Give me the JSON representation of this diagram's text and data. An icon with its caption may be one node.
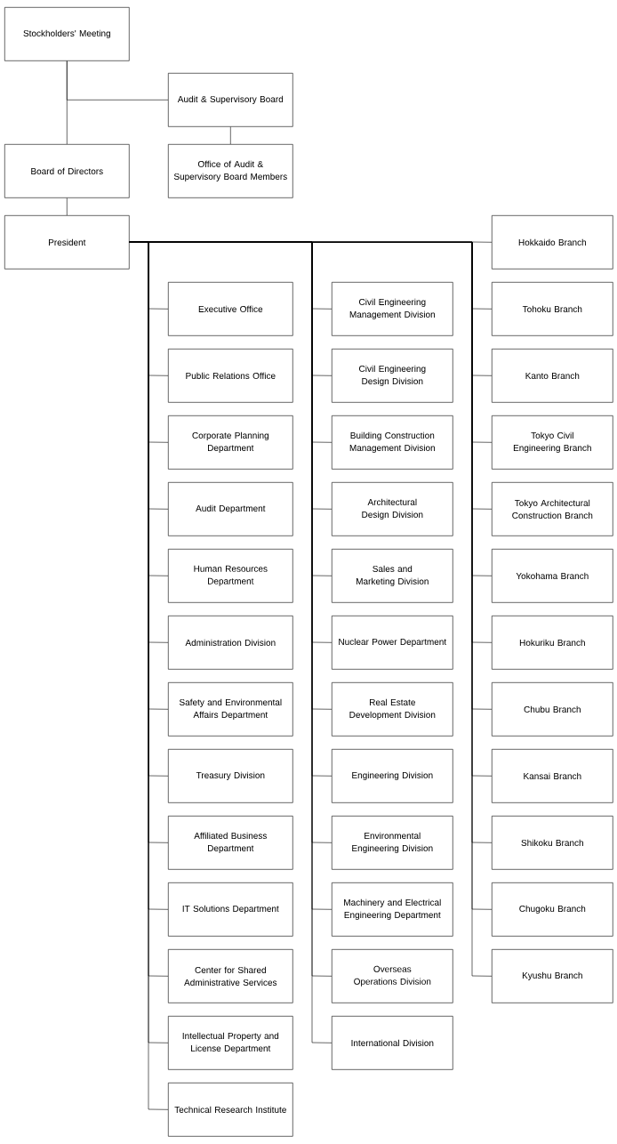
{
  "diagram": {
    "nodes": [
      {
        "text": [
          "Stockholders' Meeting"
        ]
      },
      {
        "text": [
          "Audit & Supervisory Board"
        ]
      },
      {
        "text": [
          "Office of Audit & Supervisory Board Members"
        ]
      },
      {
        "text": [
          "Board of Directors"
        ]
      },
      {
        "text": [
          "President"
        ]
      },
      {
        "text": [
          "Executive Office"
        ]
      },
      {
        "text": [
          "Public Relations Office"
        ]
      },
      {
        "text": [
          "Corporate Planning Department"
        ]
      },
      {
        "text": [
          "Audit Department"
        ]
      },
      {
        "text": [
          "Human Resources Department"
        ]
      },
      {
        "text": [
          "Administration Division"
        ]
      },
      {
        "text": [
          "Safety and Environmental Affairs Department"
        ]
      },
      {
        "text": [
          "Treasury Division"
        ]
      },
      {
        "text": [
          "Affiliated Business Department"
        ]
      },
      {
        "text": [
          "IT Solutions Department"
        ]
      },
      {
        "text": [
          "Center for Shared Administrative Services"
        ]
      },
      {
        "text": [
          "Intellectual Property and License Department"
        ]
      },
      {
        "text": [
          "Technical Research Institute"
        ]
      },
      {
        "text": [
          "Civil Engineering Management Division"
        ]
      },
      {
        "text": [
          "Civil Engineering Design Division"
        ]
      },
      {
        "text": [
          "Building Construction Management Division"
        ]
      },
      {
        "text": [
          "Architectural Design Division"
        ]
      },
      {
        "text": [
          "Sales and Marketing Division"
        ]
      },
      {
        "text": [
          "Nuclear Power Department"
        ]
      },
      {
        "text": [
          "Real Estate Development Division"
        ]
      },
      {
        "text": [
          "Engineering Division"
        ]
      },
      {
        "text": [
          "Environmental Engineering Division"
        ]
      },
      {
        "text": [
          "Machinery and Electrical Engineering Department"
        ]
      },
      {
        "text": [
          "Overseas Operations Division"
        ]
      },
      {
        "text": [
          "International Division"
        ]
      },
      {
        "text": [
          "Hokkaido Branch"
        ]
      },
      {
        "text": [
          "Tohoku Branch"
        ]
      },
      {
        "text": [
          "Kanto Branch"
        ]
      },
      {
        "text": [
          "Tokyo Civil Engineering Branch"
        ]
      },
      {
        "text": [
          "Tokyo Architectural Construction Branch"
        ]
      },
      {
        "text": [
          "Yokohama Branch"
        ]
      },
      {
        "text": [
          "Hokuriku Branch"
        ]
      },
      {
        "text": [
          "Chubu Branch"
        ]
      },
      {
        "text": [
          "Kansai Branch"
        ]
      },
      {
        "text": [
          "Shikoku Branch"
        ]
      },
      {
        "text": [
          "Chugoku Branch"
        ]
      },
      {
        "text": [
          "Kyushu Branch"
        ]
      }
    ],
    "edges": [
      {
        "from": 0,
        "to": 3,
        "arrow": "none"
      },
      {
        "from": 0,
        "to": 1,
        "arrow": "none"
      },
      {
        "from": 1,
        "to": 2,
        "arrow": "none"
      },
      {
        "from": 3,
        "to": 4,
        "arrow": "none"
      },
      {
        "from": 4,
        "to": 5,
        "arrow": "none"
      },
      {
        "from": 4,
        "to": 6,
        "arrow": "none"
      },
      {
        "from": 4,
        "to": 7,
        "arrow": "none"
      },
      {
        "from": 4,
        "to": 8,
        "arrow": "none"
      },
      {
        "from": 4,
        "to": 9,
        "arrow": "none"
      },
      {
        "from": 4,
        "to": 10,
        "arrow": "none"
      },
      {
        "from": 4,
        "to": 11,
        "arrow": "none"
      },
      {
        "from": 4,
        "to": 12,
        "arrow": "none"
      },
      {
        "from": 4,
        "to": 13,
        "arrow": "none"
      },
      {
        "from": 4,
        "to": 14,
        "arrow": "none"
      },
      {
        "from": 4,
        "to": 15,
        "arrow": "none"
      },
      {
        "from": 4,
        "to": 16,
        "arrow": "none"
      },
      {
        "from": 4,
        "to": 17,
        "arrow": "none"
      },
      {
        "from": 4,
        "to": 18,
        "arrow": "none"
      },
      {
        "from": 4,
        "to": 19,
        "arrow": "none"
      },
      {
        "from": 4,
        "to": 20,
        "arrow": "none"
      },
      {
        "from": 4,
        "to": 21,
        "arrow": "none"
      },
      {
        "from": 4,
        "to": 22,
        "arrow": "none"
      },
      {
        "from": 4,
        "to": 23,
        "arrow": "none"
      },
      {
        "from": 4,
        "to": 24,
        "arrow": "none"
      },
      {
        "from": 4,
        "to": 25,
        "arrow": "none"
      },
      {
        "from": 4,
        "to": 26,
        "arrow": "none"
      },
      {
        "from": 4,
        "to": 27,
        "arrow": "none"
      },
      {
        "from": 4,
        "to": 28,
        "arrow": "none"
      },
      {
        "from": 4,
        "to": 29,
        "arrow": "none"
      },
      {
        "from": 4,
        "to": 30,
        "arrow": "none"
      },
      {
        "from": 4,
        "to": 31,
        "arrow": "none"
      },
      {
        "from": 4,
        "to": 32,
        "arrow": "none"
      },
      {
        "from": 4,
        "to": 33,
        "arrow": "none"
      },
      {
        "from": 4,
        "to": 34,
        "arrow": "none"
      },
      {
        "from": 4,
        "to": 35,
        "arrow": "none"
      },
      {
        "from": 4,
        "to": 36,
        "arrow": "none"
      },
      {
        "from": 4,
        "to": 37,
        "arrow": "none"
      },
      {
        "from": 4,
        "to": 38,
        "arrow": "none"
      },
      {
        "from": 4,
        "to": 39,
        "arrow": "none"
      },
      {
        "from": 4,
        "to": 40,
        "arrow": "none"
      },
      {
        "from": 4,
        "to": 41,
        "arrow": "none"
      }
    ]
  }
}
